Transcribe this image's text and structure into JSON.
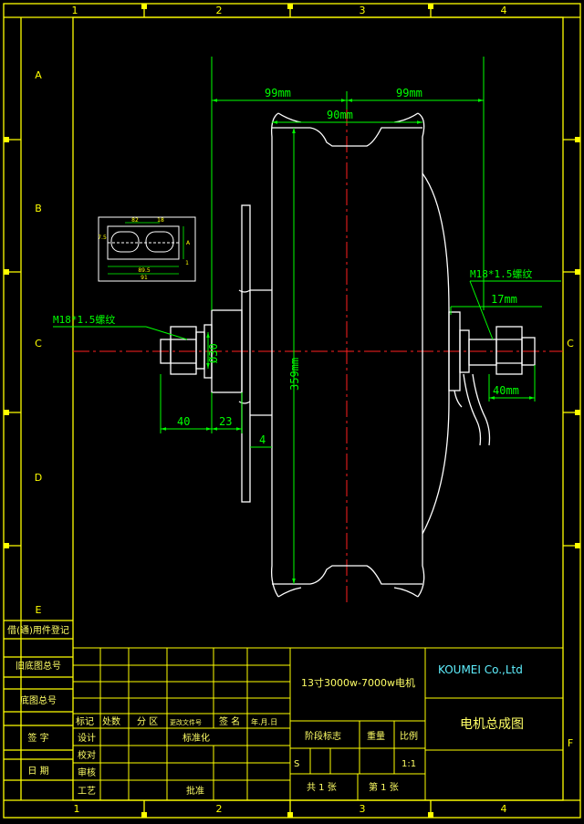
{
  "colors": {
    "background": "#000000",
    "frame": "#ffff00",
    "part_outline": "#ffffff",
    "dimension": "#00ff00",
    "centerline": "#ff2020",
    "title_text": "#ffff66",
    "company_text": "#5ff0ff"
  },
  "border": {
    "top_columns": [
      "1",
      "2",
      "3",
      "4"
    ],
    "bottom_columns": [
      "1",
      "2",
      "3",
      "4"
    ],
    "left_rows": [
      "A",
      "B",
      "C",
      "D",
      "E"
    ],
    "right_rows": [
      "C",
      "F"
    ]
  },
  "dimensions": {
    "left_width": "99mm",
    "right_width": "99mm",
    "rim_width": "90mm",
    "diameter": "359mm",
    "shaft_dia": "Ø30",
    "left_thread": "M18*1.5螺纹",
    "right_thread": "M18*1.5螺纹",
    "axle_len": "40",
    "flange_len": "23",
    "plate": "4",
    "right_offset": "17mm",
    "right_axle": "40mm"
  },
  "detail": {
    "d1": "82",
    "d2": "18",
    "d3": "A",
    "d4": "7.5",
    "d5": "1",
    "d6": "89.5",
    "d7": "91"
  },
  "left_side_labels": [
    "借(通)用件登记",
    "旧底图总号",
    "底图总号",
    "签 字",
    "日 期"
  ],
  "title_block": {
    "product": "13寸3000w-7000w电机",
    "company": "KOUMEI Co.,Ltd",
    "drawing_name": "电机总成图",
    "header": [
      "标记",
      "处数",
      "分 区",
      "更改文件号",
      "签 名",
      "年.月.日"
    ],
    "roles": [
      "设计",
      "校对",
      "审核",
      "工艺"
    ],
    "standard": "标准化",
    "approve": "批准",
    "stage": "阶段标志",
    "weight": "重量",
    "scale": "比例",
    "stage_value": "S",
    "scale_value": "1:1",
    "sheets_total": "共 1 张",
    "sheet_no": "第 1 张"
  }
}
